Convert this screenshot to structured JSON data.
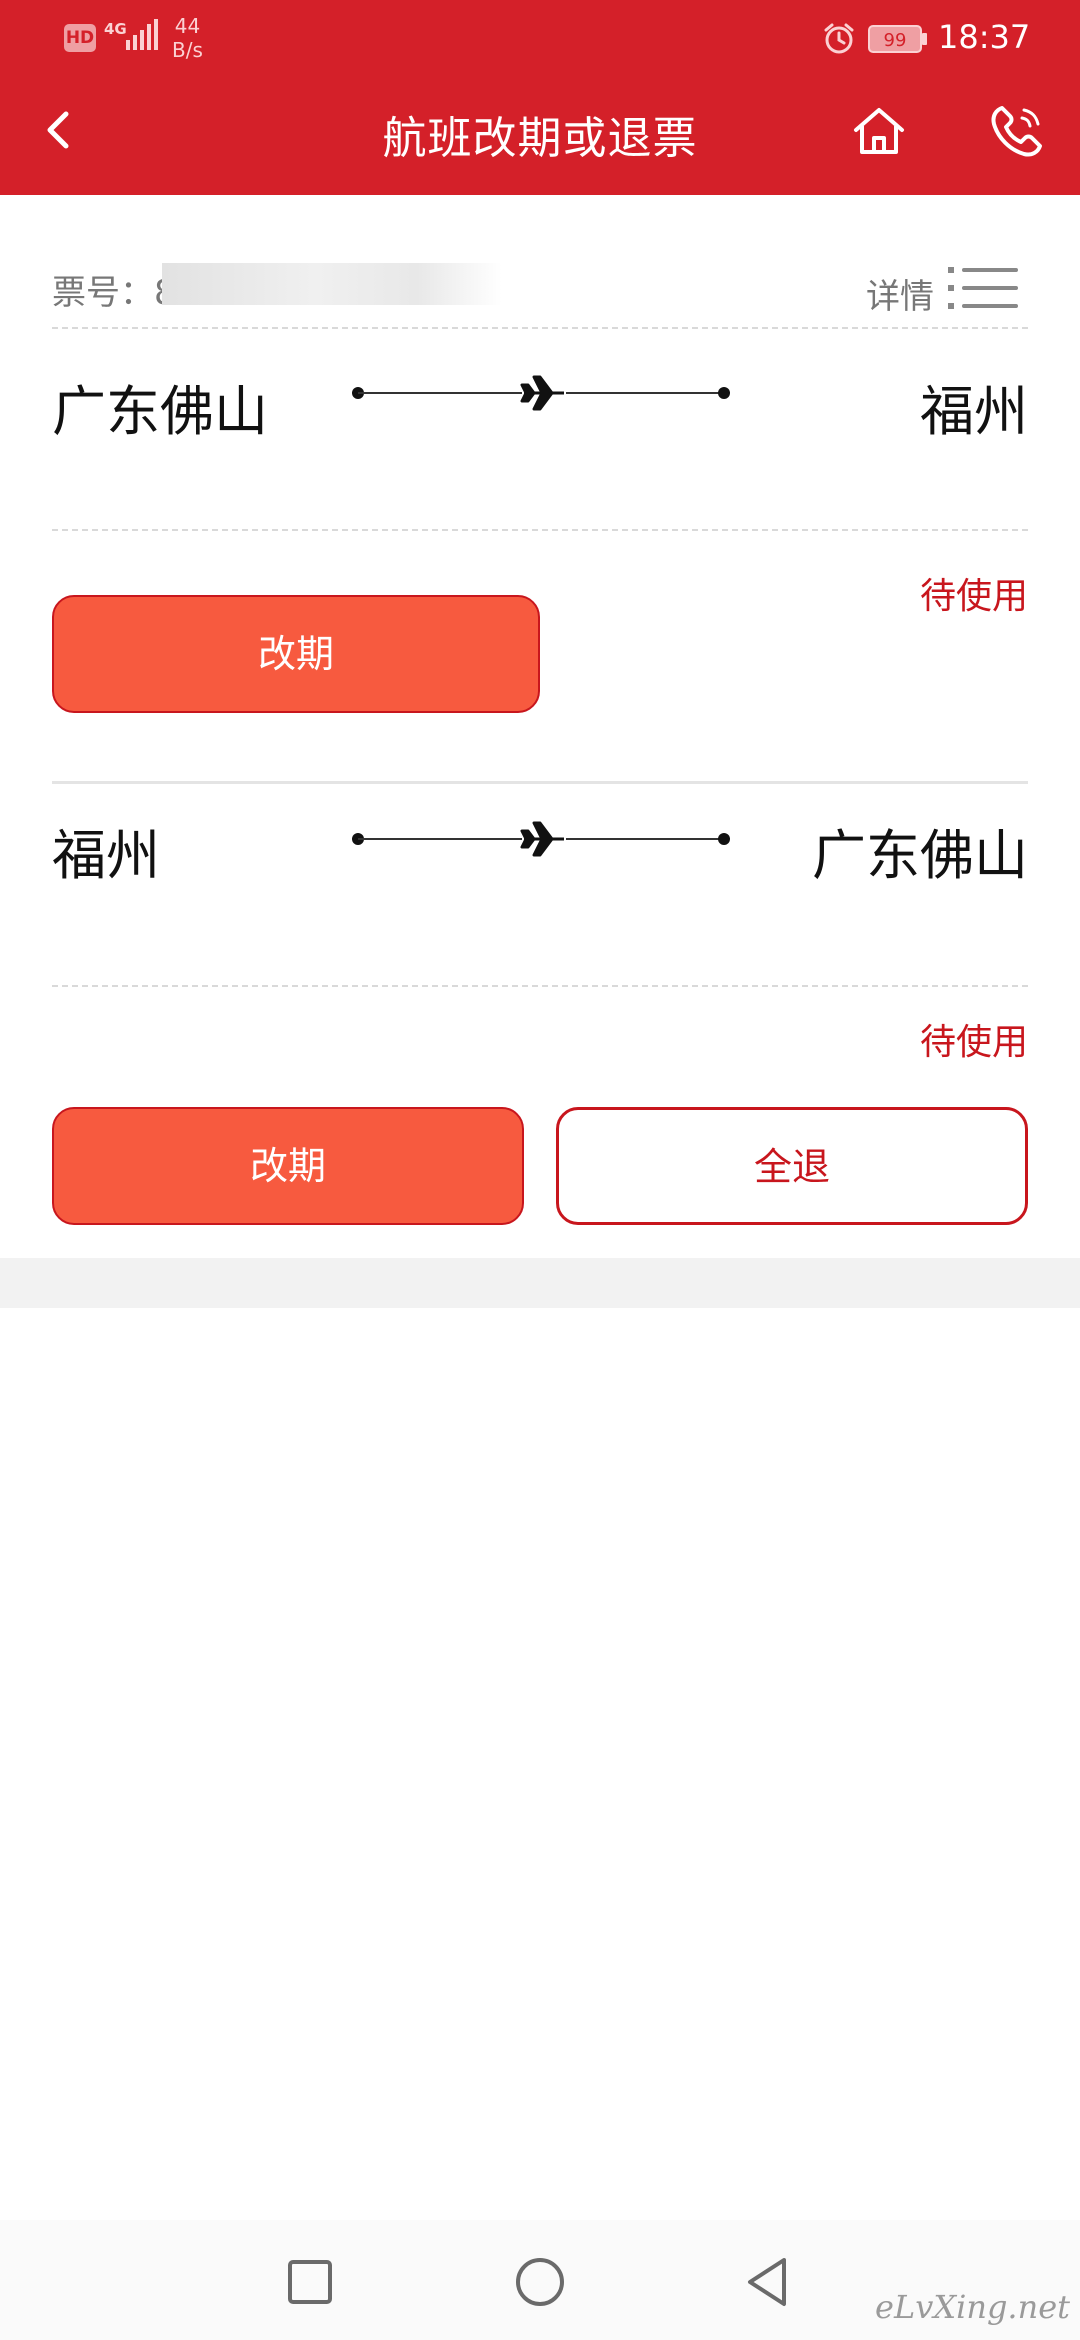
{
  "status_bar": {
    "hd_badge": "HD",
    "network": "4G",
    "speed_value": "44",
    "speed_unit": "B/s",
    "battery": "99",
    "time": "18:37"
  },
  "nav": {
    "title": "航班改期或退票",
    "back_icon": "chevron-left-icon",
    "home_icon": "home-icon",
    "phone_icon": "phone-icon"
  },
  "ticket": {
    "label": "票号：",
    "number_visible": "8",
    "detail_label": "详情",
    "detail_icon": "list-icon"
  },
  "flights": [
    {
      "origin": "广东佛山",
      "destination": "福州",
      "status": "待使用",
      "buttons": {
        "reschedule": "改期"
      }
    },
    {
      "origin": "福州",
      "destination": "广东佛山",
      "status": "待使用",
      "buttons": {
        "reschedule": "改期",
        "refund_all": "全退"
      }
    }
  ],
  "system_nav": {
    "recent_icon": "square-icon",
    "home_icon": "circle-icon",
    "back_icon": "triangle-back-icon"
  },
  "watermark": "eLvXing.net",
  "colors": {
    "header_red": "#d42029",
    "button_fill": "#f75a3f",
    "accent_red": "#c8161d"
  }
}
